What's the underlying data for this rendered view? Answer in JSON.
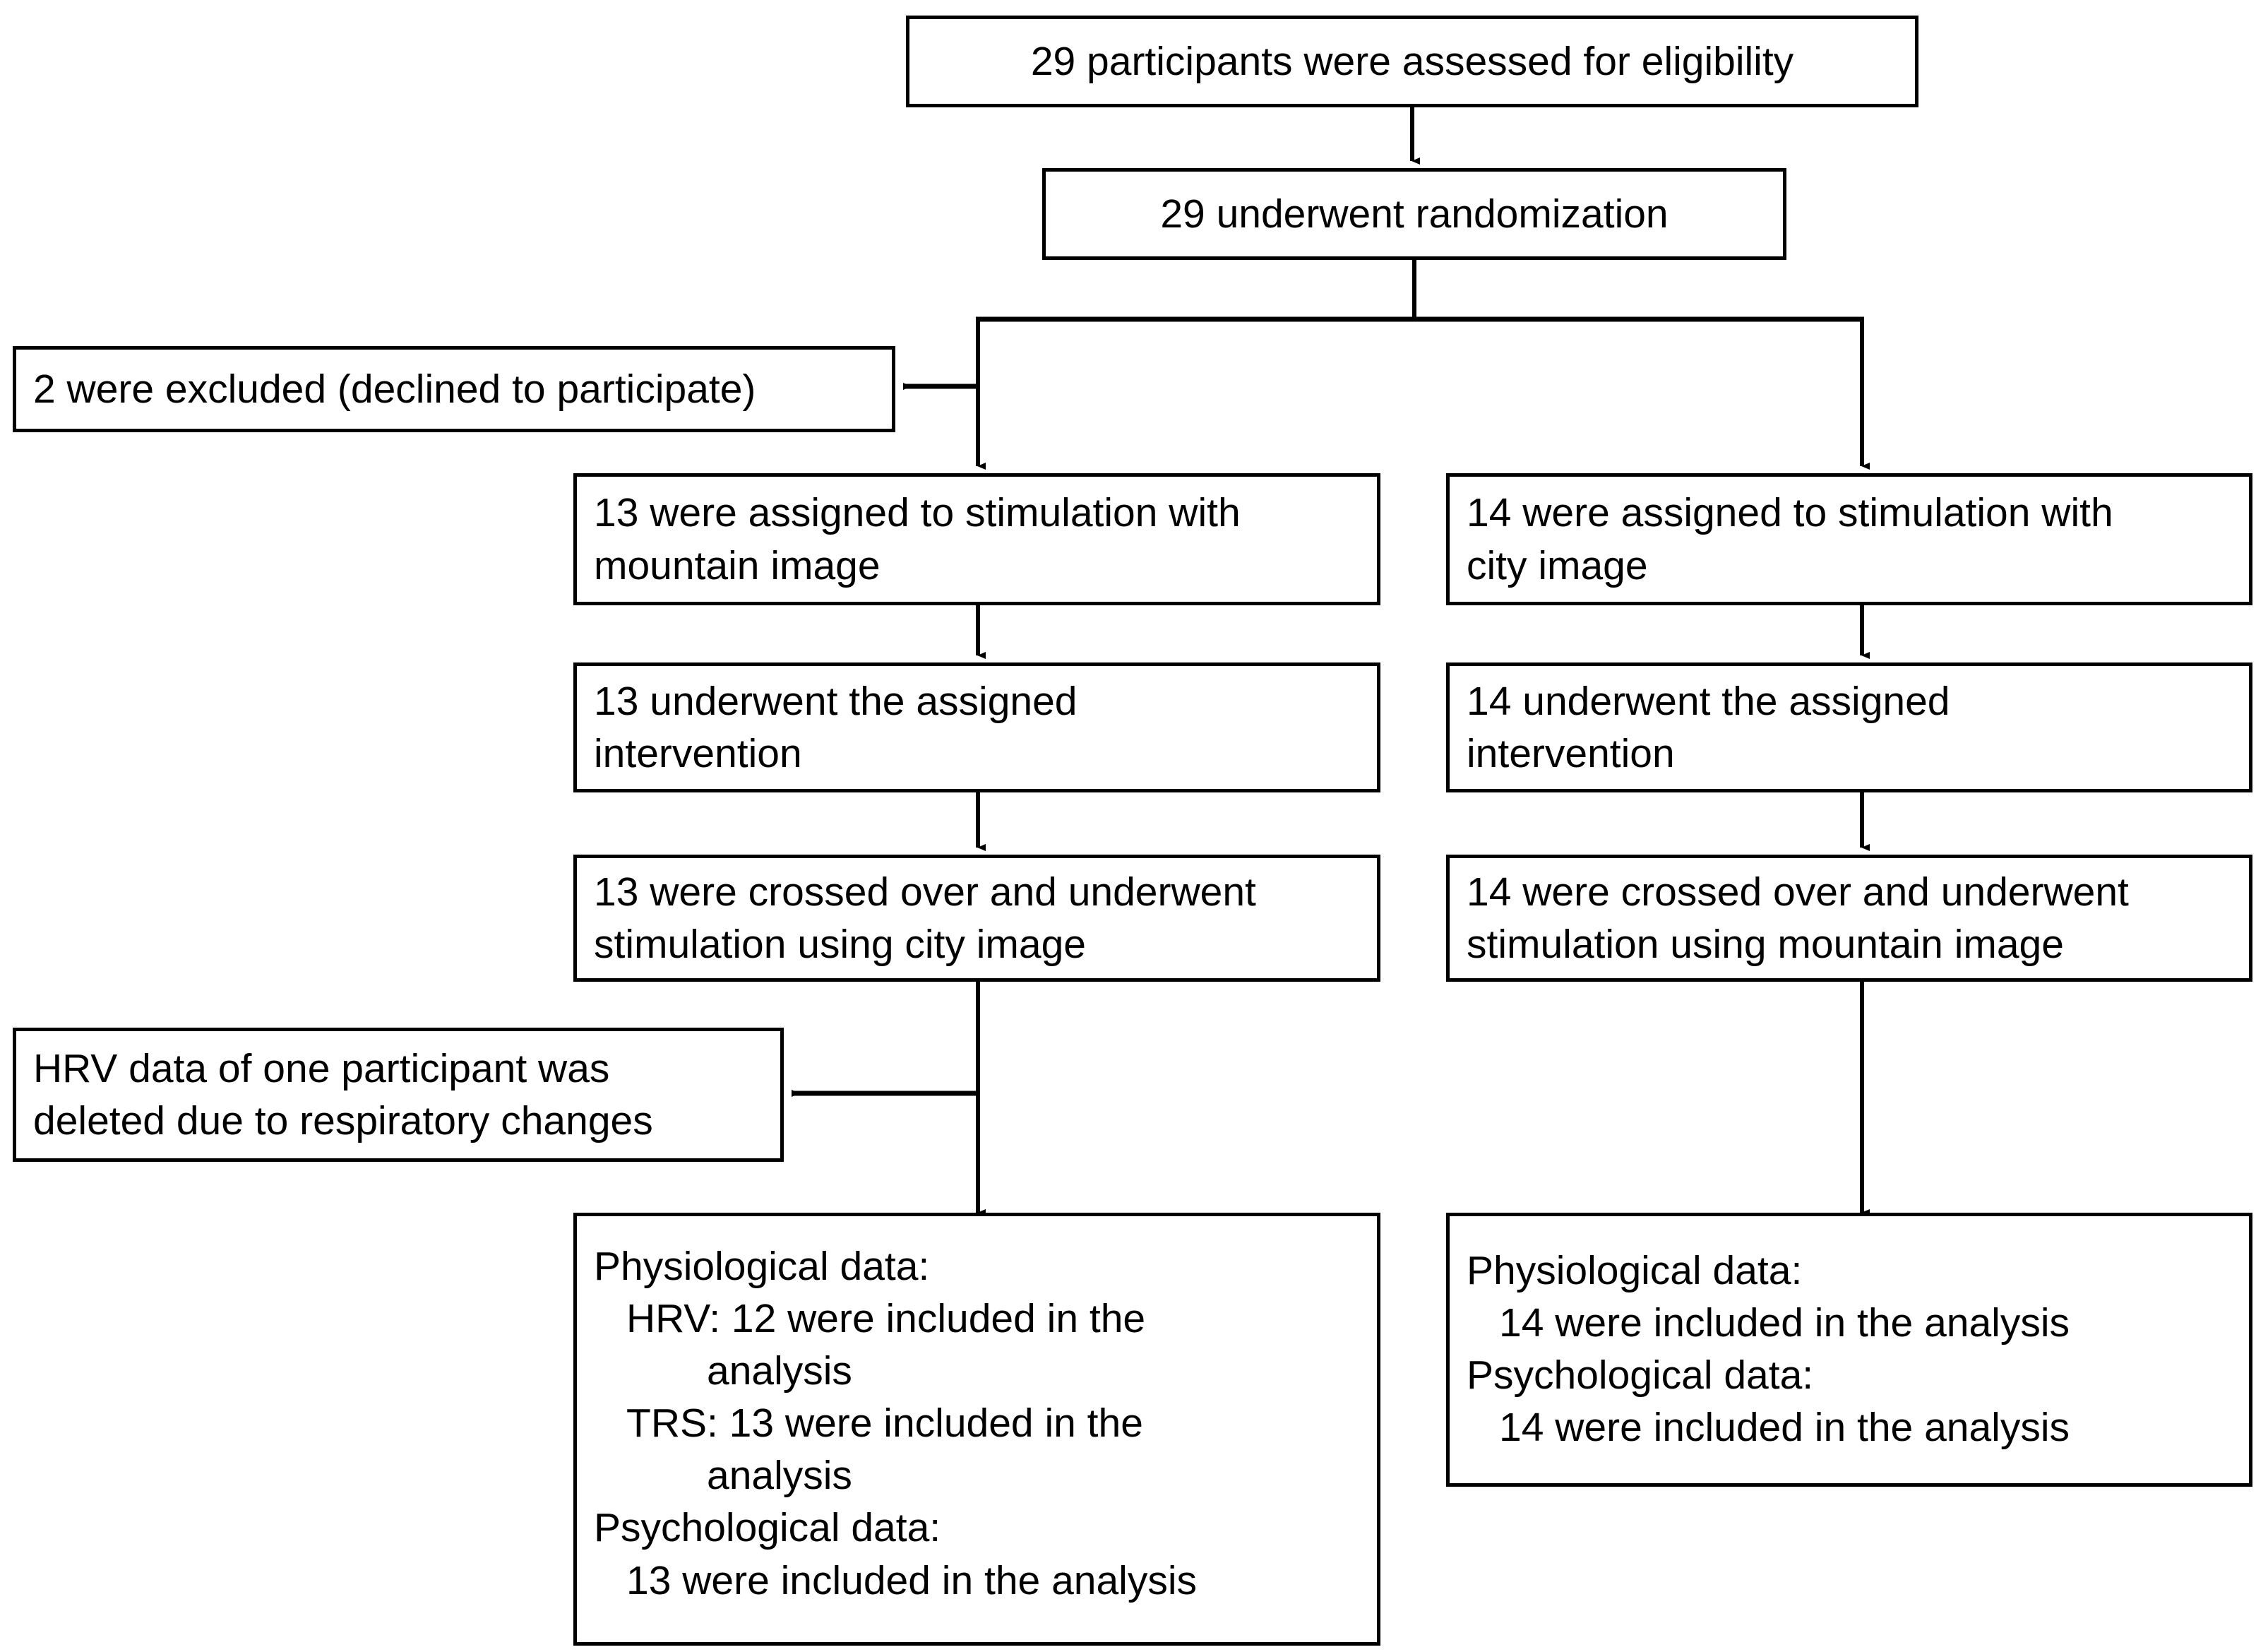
{
  "figure": {
    "type": "consort-flow-diagram",
    "colors": {
      "stroke": "#000000",
      "background": "#ffffff",
      "text": "#000000"
    }
  },
  "nodes": {
    "eligibility": {
      "id": "eligibility",
      "text": "29 participants were assessed for eligibility",
      "count": 29
    },
    "randomization": {
      "id": "randomization",
      "text": "29 underwent randomization",
      "count": 29
    },
    "excluded": {
      "id": "excluded",
      "text": "2 were excluded (declined to participate)",
      "count": 2
    },
    "left_assigned": {
      "id": "left-assigned",
      "line1": "13 were assigned to stimulation with",
      "line2": "mountain image",
      "count": 13
    },
    "right_assigned": {
      "id": "right-assigned",
      "line1": "14 were assigned to stimulation with",
      "line2": "city image",
      "count": 14
    },
    "left_intervention": {
      "id": "left-intervention",
      "line1": "13 underwent the assigned",
      "line2": "intervention",
      "count": 13
    },
    "right_intervention": {
      "id": "right-intervention",
      "line1": "14 underwent the assigned",
      "line2": "intervention",
      "count": 14
    },
    "left_crossover": {
      "id": "left-crossover",
      "line1": "13 were crossed over and underwent",
      "line2": "stimulation using city image",
      "count": 13
    },
    "right_crossover": {
      "id": "right-crossover",
      "line1": "14 were crossed over and underwent",
      "line2": "stimulation using mountain image",
      "count": 14
    },
    "hrv_note": {
      "id": "hrv-deleted-note",
      "line1": "HRV data of one participant was",
      "line2": "deleted due to respiratory changes"
    },
    "left_analysis": {
      "id": "left-analysis",
      "line1": "Physiological data:",
      "line2": "HRV: 12 were included in the",
      "line3": "analysis",
      "line4": "TRS: 13 were included in the",
      "line5": "analysis",
      "line6": "Psychological data:",
      "line7": "13 were included in the analysis",
      "hrv_count": 12,
      "trs_count": 13,
      "psych_count": 13
    },
    "right_analysis": {
      "id": "right-analysis",
      "line1": "Physiological data:",
      "line2": "14 were included in the analysis",
      "line3": "Psychological data:",
      "line4": "14 were included in the analysis",
      "physio_count": 14,
      "psych_count": 14
    }
  }
}
